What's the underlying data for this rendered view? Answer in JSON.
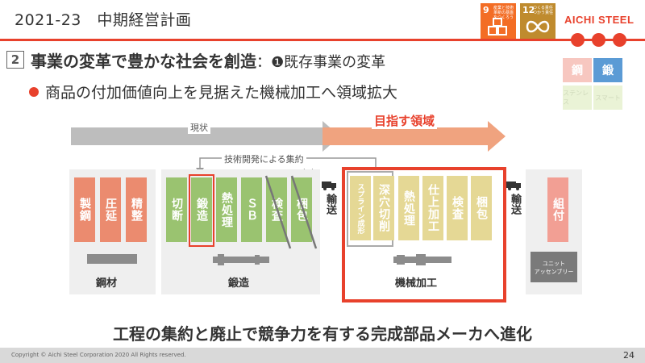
{
  "header": {
    "title": "2021-23　中期経営計画",
    "brand": "AICHI STEEL",
    "sdgs": [
      {
        "num": "9",
        "text": "産業と技術革新の基盤をつくろう",
        "color": "#f36d25"
      },
      {
        "num": "12",
        "text": "つくる責任つかう責任",
        "color": "#bf8b2e"
      }
    ],
    "tiles": [
      {
        "label": "鋼",
        "color": "#f7c7c0"
      },
      {
        "label": "鍛",
        "color": "#5b9bd5"
      },
      {
        "label": "ステンレス",
        "color": "#eaf3d6"
      },
      {
        "label": "スマート",
        "color": "#eaf3d6"
      }
    ]
  },
  "section": {
    "number": "2",
    "title": "事業の変革で豊かな社会を創造",
    "sub": "：❶既存事業の変革",
    "bullet": "商品の付加価値向上を見据えた機械加工へ領域拡大"
  },
  "arrows": {
    "current": "現状",
    "target": "目指す領域",
    "consolidation": "技術開発による集約",
    "abolished": "廃止"
  },
  "panels": {
    "steel": {
      "title": "鋼材",
      "cells": [
        "製鋼",
        "圧延",
        "精整"
      ]
    },
    "forging": {
      "title": "鍛造",
      "cells": [
        "切断",
        "鍛造",
        "熱処理",
        "ＳＢ",
        "検査",
        "梱包"
      ]
    },
    "machining": {
      "title": "機械加工",
      "cells": [
        "スプライン成形",
        "深穴切削",
        "熱処理",
        "仕上加工",
        "検査",
        "梱包"
      ]
    },
    "assembly": {
      "title": "ユニット\nアッセンブリー",
      "cells": [
        "組付"
      ]
    }
  },
  "transport": [
    "輸送",
    "輸送"
  ],
  "conclusion": "工程の集約と廃止で競争力を有する完成部品メーカへ進化",
  "footer": {
    "copyright": "Copyright © Aichi Steel Corporation 2020 All Rights reserved.",
    "page": "24"
  },
  "colors": {
    "accent": "#e8412c",
    "steel": "#eb8b6f",
    "forging": "#9ac370",
    "machining": "#e5d895",
    "assembly": "#f29f94"
  }
}
